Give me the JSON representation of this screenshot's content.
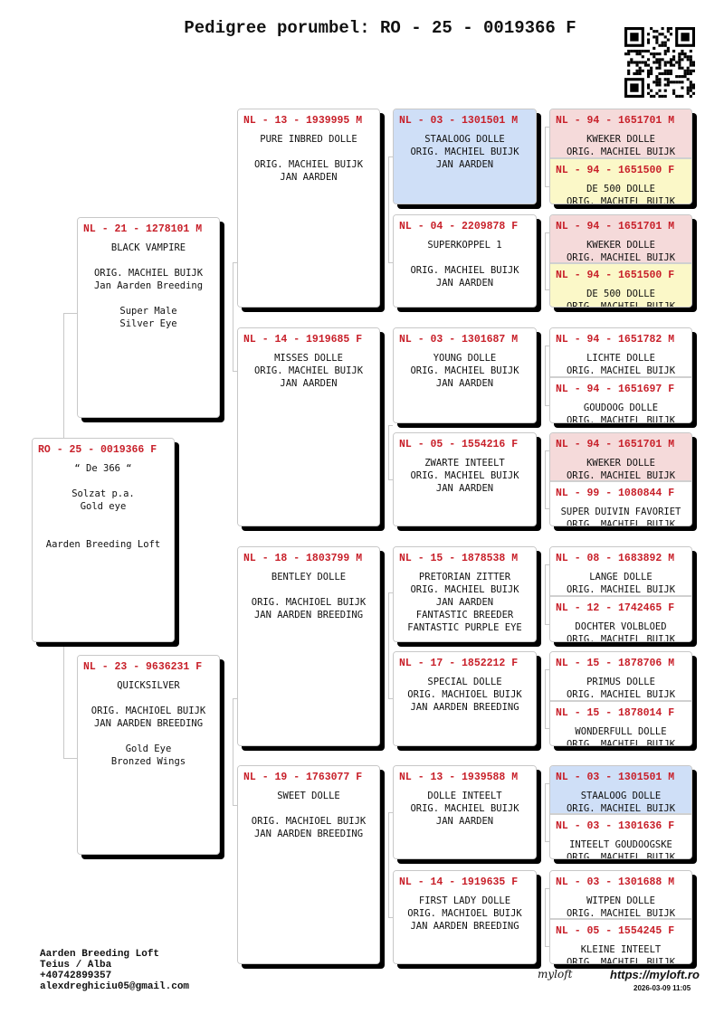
{
  "title": "Pedigree porumbel: RO - 25 - 0019366 F",
  "colors": {
    "ring": "#c8202a",
    "blue": "#cfdff7",
    "pink": "#f5dada",
    "yellow": "#fbf8c8",
    "white": "#ffffff"
  },
  "subject": {
    "ring": "RO - 25 - 0019366 F",
    "lines": [
      "“ De 366 “",
      "",
      "Solzat p.a.",
      "Gold eye",
      "",
      "",
      "Aarden Breeding Loft"
    ]
  },
  "gen1": [
    {
      "ring": "NL - 21 - 1278101 M",
      "lines": [
        "BLACK VAMPIRE",
        "",
        "ORIG. MACHIEL BUIJK",
        "Jan Aarden Breeding",
        "",
        "Super Male",
        "Silver Eye"
      ]
    },
    {
      "ring": "NL - 23 - 9636231 F",
      "lines": [
        "QUICKSILVER",
        "",
        "ORIG. MACHIOEL BUIJK",
        "JAN AARDEN BREEDING",
        "",
        "Gold Eye",
        "Bronzed Wings"
      ]
    }
  ],
  "gen2": [
    {
      "ring": "NL - 13 - 1939995 M",
      "lines": [
        "PURE INBRED DOLLE",
        "",
        "ORIG. MACHIEL BUIJK",
        "JAN AARDEN"
      ]
    },
    {
      "ring": "NL - 14 - 1919685 F",
      "lines": [
        "MISSES DOLLE",
        "ORIG. MACHIEL BUIJK",
        "JAN AARDEN"
      ]
    },
    {
      "ring": "NL - 18 - 1803799 M",
      "lines": [
        "BENTLEY DOLLE",
        "",
        "ORIG. MACHIOEL BUIJK",
        "JAN AARDEN BREEDING"
      ]
    },
    {
      "ring": "NL - 19 - 1763077 F",
      "lines": [
        "SWEET DOLLE",
        "",
        "ORIG. MACHIOEL BUIJK",
        "JAN AARDEN BREEDING"
      ]
    }
  ],
  "gen3": [
    {
      "ring": "NL - 03 - 1301501 M",
      "color": "blue",
      "lines": [
        "STAALOOG DOLLE",
        "ORIG. MACHIEL BUIJK",
        "JAN AARDEN"
      ]
    },
    {
      "ring": "NL - 04 - 2209878 F",
      "color": "white",
      "lines": [
        "SUPERKOPPEL 1",
        "",
        "ORIG. MACHIEL BUIJK",
        "JAN AARDEN"
      ]
    },
    {
      "ring": "NL - 03 - 1301687 M",
      "color": "white",
      "lines": [
        "YOUNG DOLLE",
        "ORIG. MACHIEL BUIJK",
        "JAN AARDEN"
      ]
    },
    {
      "ring": "NL - 05 - 1554216 F",
      "color": "white",
      "lines": [
        "ZWARTE INTEELT",
        "ORIG. MACHIEL BUIJK",
        "JAN AARDEN"
      ]
    },
    {
      "ring": "NL - 15 - 1878538 M",
      "color": "white",
      "lines": [
        "PRETORIAN ZITTER",
        "ORIG. MACHIEL BUIJK",
        "JAN AARDEN",
        "FANTASTIC BREEDER",
        "FANTASTIC PURPLE EYE"
      ]
    },
    {
      "ring": "NL - 17 - 1852212 F",
      "color": "white",
      "lines": [
        "SPECIAL DOLLE",
        "ORIG. MACHIOEL BUIJK",
        "JAN AARDEN BREEDING"
      ]
    },
    {
      "ring": "NL - 13 - 1939588 M",
      "color": "white",
      "lines": [
        "DOLLE INTEELT",
        "ORIG. MACHIEL BUIJK",
        "JAN AARDEN"
      ]
    },
    {
      "ring": "NL - 14 - 1919635 F",
      "color": "white",
      "lines": [
        "FIRST LADY DOLLE",
        "ORIG. MACHIOEL BUIJK",
        "JAN AARDEN BREEDING"
      ]
    }
  ],
  "gen4": [
    {
      "ring": "NL - 94 - 1651701 M",
      "color": "pink",
      "lines": [
        "KWEKER DOLLE",
        "ORIG. MACHIEL BUIJK"
      ]
    },
    {
      "ring": "NL - 94 - 1651500 F",
      "color": "yellow",
      "lines": [
        "DE 500 DOLLE",
        "ORIG. MACHIEL BUIJK"
      ]
    },
    {
      "ring": "NL - 94 - 1651701 M",
      "color": "pink",
      "lines": [
        "KWEKER DOLLE",
        "ORIG. MACHIEL BUIJK"
      ]
    },
    {
      "ring": "NL - 94 - 1651500 F",
      "color": "yellow",
      "lines": [
        "DE 500 DOLLE",
        "ORIG. MACHIEL BUIJK"
      ]
    },
    {
      "ring": "NL - 94 - 1651782 M",
      "color": "white",
      "lines": [
        "LICHTE DOLLE",
        "ORIG. MACHIEL BUIJK"
      ]
    },
    {
      "ring": "NL - 94 - 1651697 F",
      "color": "white",
      "lines": [
        "GOUDOOG DOLLE",
        "ORIG. MACHIEL BUIJK"
      ]
    },
    {
      "ring": "NL - 94 - 1651701 M",
      "color": "pink",
      "lines": [
        "KWEKER DOLLE",
        "ORIG. MACHIEL BUIJK"
      ]
    },
    {
      "ring": "NL - 99 - 1080844 F",
      "color": "white",
      "lines": [
        "SUPER DUIVIN FAVORIET",
        "ORIG. MACHIEL BUIJK"
      ]
    },
    {
      "ring": "NL - 08 - 1683892 M",
      "color": "white",
      "lines": [
        "LANGE DOLLE",
        "ORIG. MACHIEL BUIJK"
      ]
    },
    {
      "ring": "NL - 12 - 1742465 F",
      "color": "white",
      "lines": [
        "DOCHTER VOLBLOED",
        "ORIG. MACHIEL BUIJK"
      ]
    },
    {
      "ring": "NL - 15 - 1878706 M",
      "color": "white",
      "lines": [
        "PRIMUS DOLLE",
        "ORIG. MACHIEL BUIJK"
      ]
    },
    {
      "ring": "NL - 15 - 1878014 F",
      "color": "white",
      "lines": [
        "WONDERFULL DOLLE",
        "ORIG. MACHIEL BUIJK"
      ]
    },
    {
      "ring": "NL - 03 - 1301501 M",
      "color": "blue",
      "lines": [
        "STAALOOG DOLLE",
        "ORIG. MACHIEL BUIJK"
      ]
    },
    {
      "ring": "NL - 03 - 1301636 F",
      "color": "white",
      "lines": [
        "INTEELT GOUDOOGSKE",
        "ORIG. MACHIEL BUIJK"
      ]
    },
    {
      "ring": "NL - 03 - 1301688 M",
      "color": "white",
      "lines": [
        "WITPEN DOLLE",
        "ORIG. MACHIEL BUIJK"
      ]
    },
    {
      "ring": "NL - 05 - 1554245 F",
      "color": "white",
      "lines": [
        "KLEINE INTEELT",
        "ORIG. MACHIEL BUIJK"
      ]
    }
  ],
  "contact": {
    "name": "Aarden Breeding Loft",
    "location": "Teius / Alba",
    "phone": "+40742899357",
    "email": "alexdreghiciu05@gmail.com"
  },
  "footer": {
    "logo": "myloft",
    "url": "https://myloft.ro",
    "date": "2026-03-09 11:05"
  },
  "qr_icon": "qr-code-icon"
}
